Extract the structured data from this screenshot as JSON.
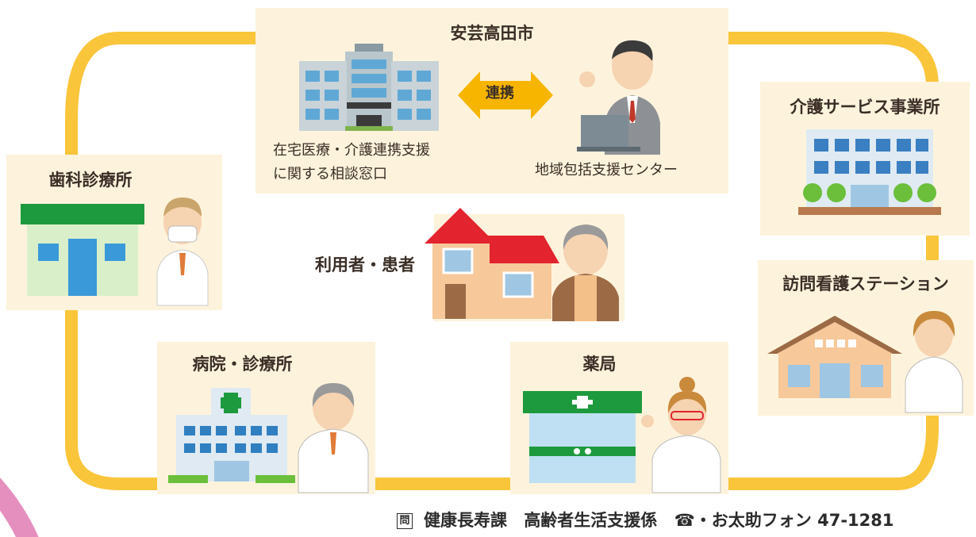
{
  "city_box": {
    "title": "安芸高田市",
    "left_caption_line1": "在宅医療・介護連携支援",
    "left_caption_line2": "に関する相談窓口",
    "right_caption": "地域包括支援センター",
    "link_label": "連携"
  },
  "dental": {
    "title": "歯科診療所"
  },
  "care_service": {
    "title": "介護サービス事業所"
  },
  "visiting_nursing": {
    "title": "訪問看護ステーション"
  },
  "center": {
    "label": "利用者・患者"
  },
  "hospital": {
    "title": "病院・診療所"
  },
  "pharmacy": {
    "title": "薬局"
  },
  "footer": {
    "inquiry_mark": "問",
    "department": "健康長寿課",
    "section": "高齢者生活支援係",
    "phone": "☎・お太助フォン 47-1281"
  },
  "colors": {
    "ring": "#f9c53a",
    "box_bg": "#fdf3dc",
    "link_arrow": "#f7b500",
    "pharmacy_green": "#1e9a3e",
    "hospital_cross": "#1e9a3e",
    "pink_accent": "#e58fbf"
  }
}
